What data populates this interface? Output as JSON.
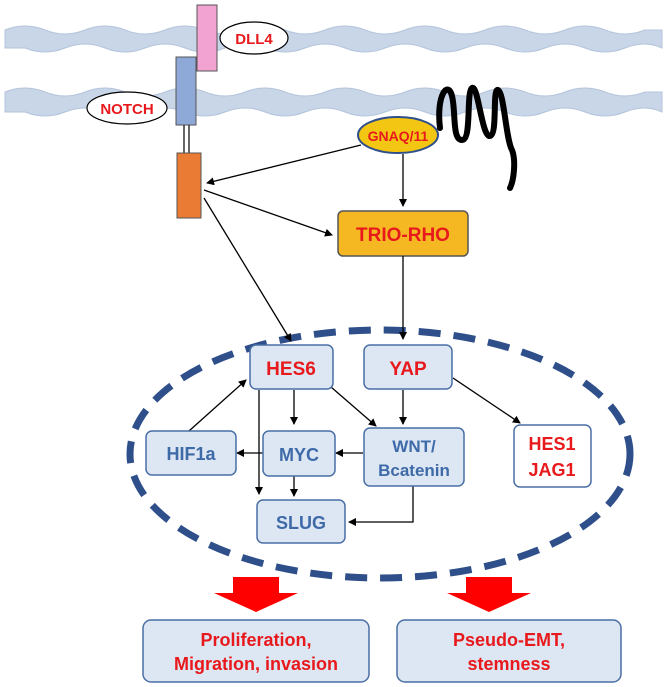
{
  "colors": {
    "membrane": "#c9d6e8",
    "node_fill": "#dde6f3",
    "node_stroke": "#4a6fa5",
    "red_text": "#e8191c",
    "blue_text": "#3e6aa8",
    "nucleus_dash": "#2f4f8a",
    "trio_fill": "#f5b822",
    "gnaq_fill": "#f2c613",
    "dll4_fill": "#f2a3d1",
    "notch_fill": "#8ea8d8",
    "notch_intracellular_fill": "#ea7b35",
    "big_arrow": "#ff0000"
  },
  "labels": {
    "dll4": "DLL4",
    "notch": "NOTCH",
    "gnaq": "GNAQ/11",
    "trio_rho": "TRIO-RHO",
    "hes6": "HES6",
    "yap": "YAP",
    "hif1a": "HIF1a",
    "myc": "MYC",
    "wnt_line1": "WNT/",
    "wnt_line2": "Bcatenin",
    "hes1": "HES1",
    "jag1": "JAG1",
    "slug": "SLUG",
    "outcome_left_line1": "Proliferation,",
    "outcome_left_line2": "Migration, invasion",
    "outcome_right_line1": "Pseudo-EMT,",
    "outcome_right_line2": "stemness"
  }
}
